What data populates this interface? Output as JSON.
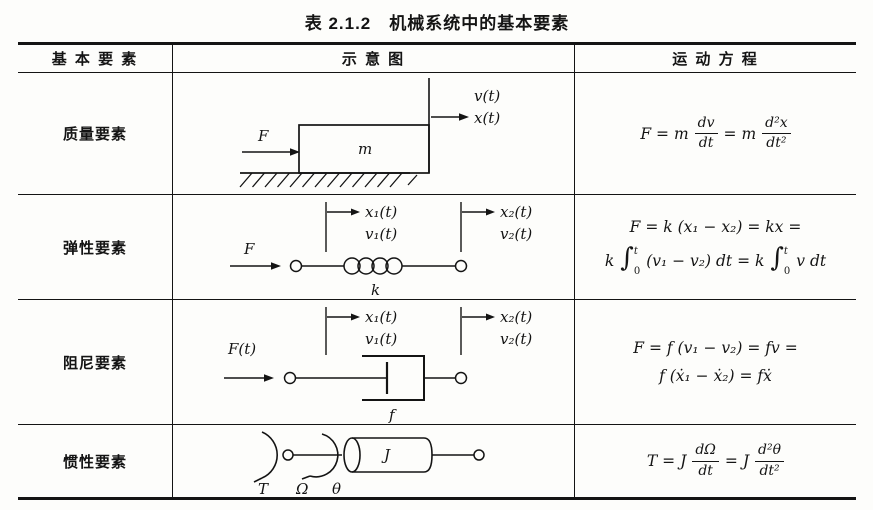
{
  "title": "表 2.1.2　机械系统中的基本要素",
  "table": {
    "headers": [
      "基 本 要 素",
      "示 意 图",
      "运 动 方 程"
    ],
    "rows": [
      {
        "element": "质量要素",
        "diagram": {
          "force": "F",
          "mass": "m",
          "velocity": "v(t)",
          "displacement": "x(t)"
        },
        "equation": {
          "lhs": "F = m",
          "frac1_num": "dv",
          "frac1_den": "dt",
          "mid": "= m",
          "frac2_num": "d²x",
          "frac2_den": "dt²"
        }
      },
      {
        "element": "弹性要素",
        "diagram": {
          "force": "F",
          "stiffness": "k",
          "x1": "x₁(t)",
          "v1": "v₁(t)",
          "x2": "x₂(t)",
          "v2": "v₂(t)"
        },
        "equation": {
          "line1": "F = k (x₁ − x₂) = kx =",
          "k1": "k",
          "int_sign": "∫",
          "int_upper": "t",
          "int_lower": "0",
          "mid": "(v₁ − v₂) dt = k",
          "tail": "v dt"
        }
      },
      {
        "element": "阻尼要素",
        "diagram": {
          "force": "F(t)",
          "damping": "f",
          "x1": "x₁(t)",
          "v1": "v₁(t)",
          "x2": "x₂(t)",
          "v2": "v₂(t)"
        },
        "equation": {
          "line1": "F = f (v₁ − v₂) = fv =",
          "line2": "f (ẋ₁ − ẋ₂) = fẋ"
        }
      },
      {
        "element": "惯性要素",
        "diagram": {
          "inertia": "J",
          "torque": "T",
          "omega": "Ω",
          "theta": "θ"
        },
        "equation": {
          "lhs": "T = J",
          "frac1_num": "dΩ",
          "frac1_den": "dt",
          "mid": "= J",
          "frac2_num": "d²θ",
          "frac2_den": "dt²"
        }
      }
    ]
  }
}
